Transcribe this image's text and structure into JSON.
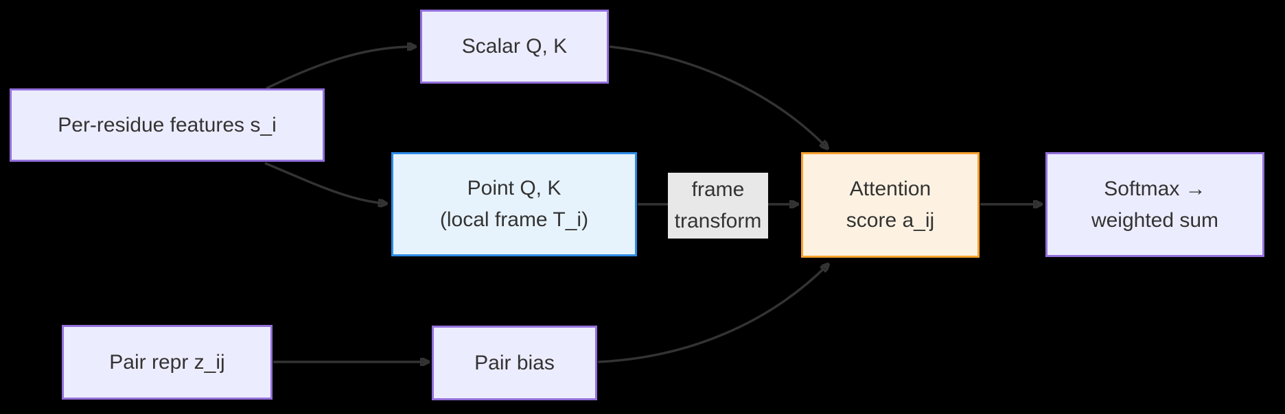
{
  "diagram": {
    "type": "flowchart",
    "direction": "left-to-right",
    "background_color": "#000000",
    "text_color": "#333333",
    "edge_color": "#333333",
    "nodes": [
      {
        "id": "per_residue",
        "label": "Per-residue features s_i",
        "fill": "#ECECFF",
        "stroke": "#9370DB"
      },
      {
        "id": "scalar_qk",
        "label": "Scalar Q, K",
        "fill": "#ECECFF",
        "stroke": "#9370DB"
      },
      {
        "id": "point_qk",
        "label": "Point Q, K\n(local frame T_i)",
        "fill": "#E7F3FC",
        "stroke": "#2E8BE6"
      },
      {
        "id": "attn_score",
        "label": "Attention\nscore a_ij",
        "fill": "#FDF2E2",
        "stroke": "#F8A12E"
      },
      {
        "id": "softmax",
        "label": "Softmax →\nweighted sum",
        "fill": "#ECECFF",
        "stroke": "#9370DB"
      },
      {
        "id": "pair_repr",
        "label": "Pair repr z_ij",
        "fill": "#ECECFF",
        "stroke": "#9370DB"
      },
      {
        "id": "pair_bias",
        "label": "Pair bias",
        "fill": "#ECECFF",
        "stroke": "#9370DB"
      }
    ],
    "edge_label": {
      "text": "frame\ntransform",
      "background": "#E8E8E8"
    },
    "edges": [
      {
        "from": "Per-residue features s_i",
        "to": "Scalar Q, K"
      },
      {
        "from": "Per-residue features s_i",
        "to": "Point Q, K (local frame T_i)"
      },
      {
        "from": "Scalar Q, K",
        "to": "Attention score a_ij"
      },
      {
        "from": "Point Q, K (local frame T_i)",
        "to": "Attention score a_ij",
        "label": "frame transform"
      },
      {
        "from": "Pair repr z_ij",
        "to": "Pair bias"
      },
      {
        "from": "Pair bias",
        "to": "Attention score a_ij"
      },
      {
        "from": "Attention score a_ij",
        "to": "Softmax → weighted sum"
      }
    ]
  }
}
